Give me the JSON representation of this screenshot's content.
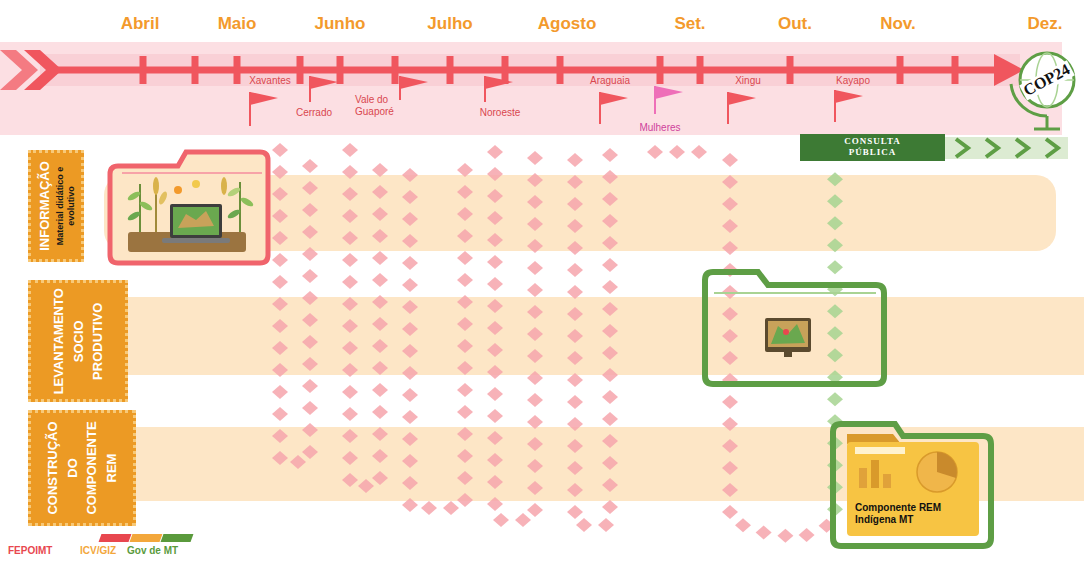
{
  "diagram": {
    "nodes": [
      {
        "text": [
          "CONSULTA PÚBLICA"
        ]
      },
      {
        "text": [
          "INFORMAÇÃO",
          "Material didático e evolutivo"
        ]
      },
      {
        "text": [
          "LEVANTAMENTO SOCIO PRODUTIVO"
        ]
      },
      {
        "text": [
          "CONSTRUÇÃO DO COMPONENTE REM"
        ]
      },
      {
        "text": [
          "Componente REM Indígena MT"
        ]
      }
    ],
    "labels": [
      "Abril",
      "Maio",
      "Junho",
      "Julho",
      "Agosto",
      "Set.",
      "Out.",
      "Nov.",
      "Dez.",
      "Xavantes",
      "Cerrado",
      "Vale do Guaporé",
      "Noroeste",
      "Araguaia",
      "Mulheres",
      "Xingu",
      "Kayapo",
      "COP24"
    ],
    "legend": [
      {
        "text": "FEPOIMT",
        "color": "#e8474f"
      },
      {
        "text": "ICV/GIZ",
        "color": "#f3a73b"
      },
      {
        "text": "Gov de MT",
        "color": "#5a9a3c"
      }
    ]
  }
}
